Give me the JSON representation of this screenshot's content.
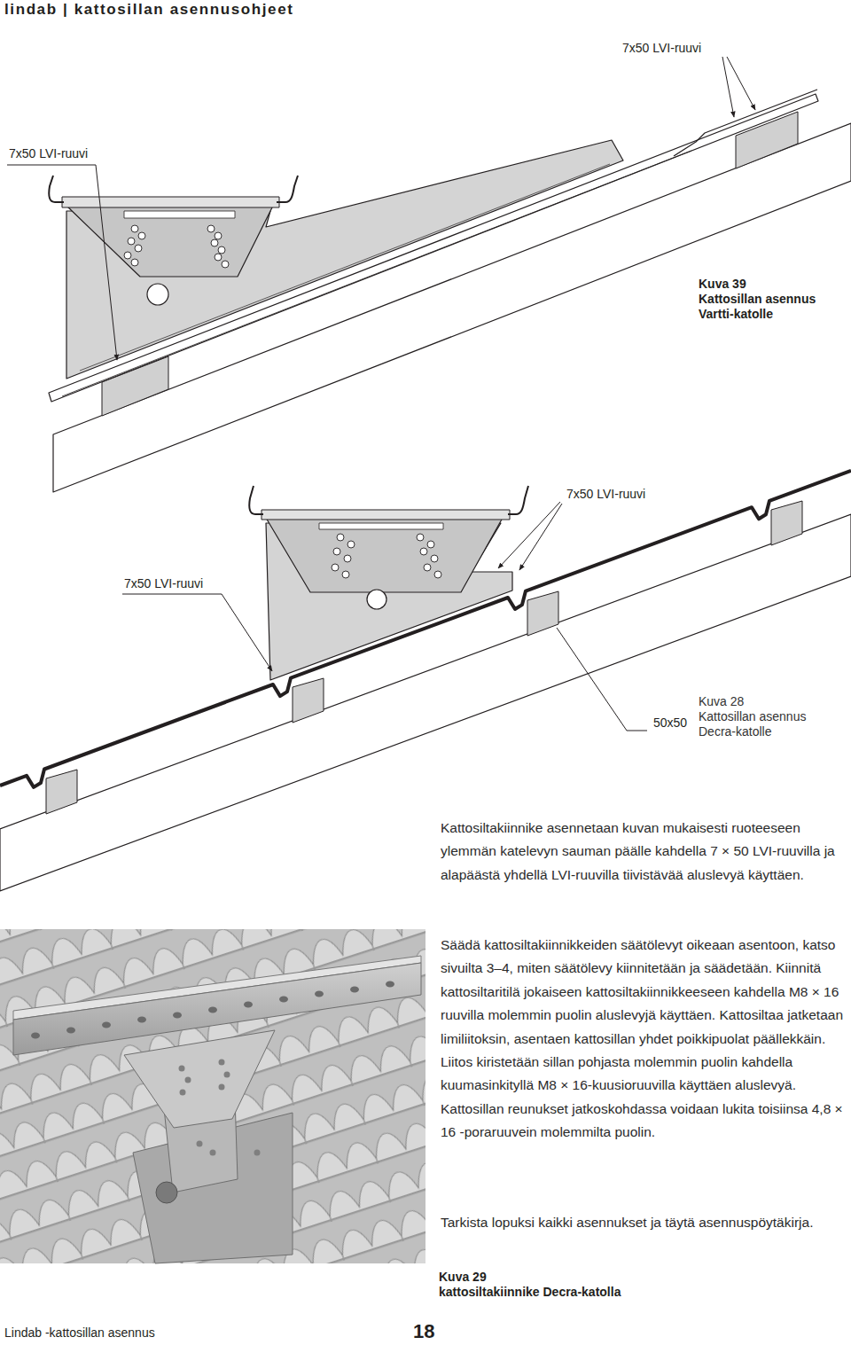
{
  "diagram": {
    "title": "lindab | kattosillan asennusohjeet",
    "labels": [
      "7x50 LVI-ruuvi",
      "7x50 LVI-ruuvi",
      "Kuva 39",
      "Kattosillan asennus Vartti-katolle",
      "7x50 LVI-ruuvi",
      "7x50 LVI-ruuvi",
      "50x50",
      "Kuva 28",
      "Kattosillan asennus Decra-katolle",
      "Kattosiltakiinnike asennetaan kuvan mukaisesti ruoteeseen ylemmän katelevyn sauman päälle kahdella 7 × 50 LVI-ruuvilla ja alapäästä yhdellä LVI-ruuvilla tiivistävää aluslevyä käyttäen.",
      "Säädä kattosiltakiinnikkeiden säätölevyt oikeaan asentoon, katso sivuilta 3–4, miten säätölevy kiinnitetään ja säädetään. Kiinnitä kattosiltaritilä jokaiseen kattosiltakiinnikkeeseen kahdella M8 × 16 ruuvilla molemmin puolin aluslevyjä käyttäen. Kattosiltaa jatketaan limiliitoksin, asentaen kattosillan yhdet poikkipuolat päällekkäin. Liitos kiristetään sillan pohjasta molemmin puolin kahdella kuumasinkityllä M8 × 16-kuusioruuvilla käyttäen aluslevyä. Kattosillan reunukset jatkoskohdassa voidaan lukita toisiinsa 4,8 × 16 -poraruuvein molemmilta puolin.",
      "Tarkista lopuksi kaikki asennukset ja täytä asennuspöytäkirja.",
      "Kuva 29",
      "kattosiltakiinnike Decra-katolla",
      "Lindab -kattosillan asennus",
      "18"
    ]
  }
}
